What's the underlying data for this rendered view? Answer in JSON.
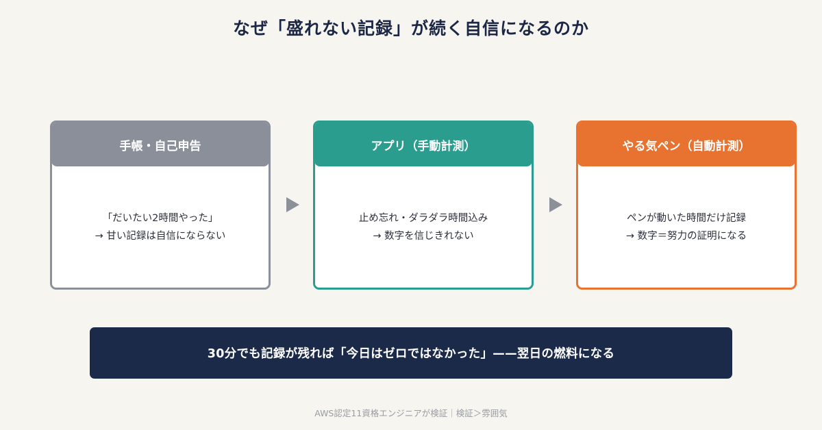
{
  "title": "なぜ「盛れない記録」が続く自信になるのか",
  "cards": [
    {
      "header": "手帳・自己申告",
      "lines": [
        "「だいたい2時間やった」",
        "→ 甘い記録は自信にならない"
      ],
      "color": "#8a8f99"
    },
    {
      "header": "アプリ（手動計測）",
      "lines": [
        "止め忘れ・ダラダラ時間込み",
        "→ 数字を信じきれない"
      ],
      "color": "#2a9d8f"
    },
    {
      "header": "やる気ペン（自動計測）",
      "lines": [
        "ペンが動いた時間だけ記録",
        "→ 数字＝努力の証明になる"
      ],
      "color": "#e8722f"
    }
  ],
  "flow_arrows": [
    "arrow-right-icon",
    "arrow-right-icon"
  ],
  "banner": {
    "text": "30分でも記録が残れば「今日はゼロではなかった」——翌日の燃料になる",
    "color": "#1c2a4a"
  },
  "footer": "AWS認定11資格エンジニアが検証｜検証＞雰囲気"
}
